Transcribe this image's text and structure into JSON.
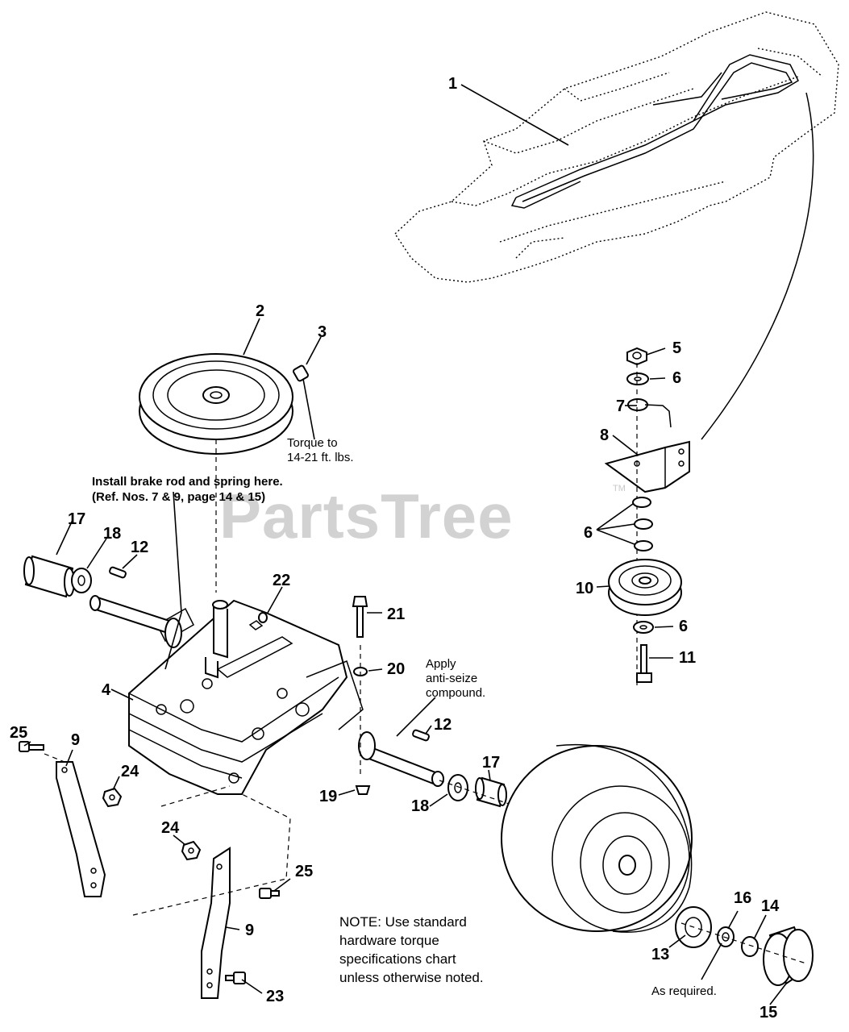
{
  "watermark": {
    "text": "PartsTree",
    "mark": "TM"
  },
  "callouts": [
    {
      "id": "c1",
      "label": "1"
    },
    {
      "id": "c2",
      "label": "2"
    },
    {
      "id": "c3",
      "label": "3"
    },
    {
      "id": "c4",
      "label": "4"
    },
    {
      "id": "c5",
      "label": "5"
    },
    {
      "id": "c6a",
      "label": "6"
    },
    {
      "id": "c6b",
      "label": "6"
    },
    {
      "id": "c6c",
      "label": "6"
    },
    {
      "id": "c7",
      "label": "7"
    },
    {
      "id": "c8",
      "label": "8"
    },
    {
      "id": "c9a",
      "label": "9"
    },
    {
      "id": "c9b",
      "label": "9"
    },
    {
      "id": "c10",
      "label": "10"
    },
    {
      "id": "c11",
      "label": "11"
    },
    {
      "id": "c12a",
      "label": "12"
    },
    {
      "id": "c12b",
      "label": "12"
    },
    {
      "id": "c13",
      "label": "13"
    },
    {
      "id": "c14",
      "label": "14"
    },
    {
      "id": "c15",
      "label": "15"
    },
    {
      "id": "c16",
      "label": "16"
    },
    {
      "id": "c17a",
      "label": "17"
    },
    {
      "id": "c17b",
      "label": "17"
    },
    {
      "id": "c18a",
      "label": "18"
    },
    {
      "id": "c18b",
      "label": "18"
    },
    {
      "id": "c19",
      "label": "19"
    },
    {
      "id": "c20",
      "label": "20"
    },
    {
      "id": "c21",
      "label": "21"
    },
    {
      "id": "c22",
      "label": "22"
    },
    {
      "id": "c23",
      "label": "23"
    },
    {
      "id": "c24a",
      "label": "24"
    },
    {
      "id": "c24b",
      "label": "24"
    },
    {
      "id": "c25a",
      "label": "25"
    },
    {
      "id": "c25b",
      "label": "25"
    }
  ],
  "notes": {
    "torque": [
      "Torque to",
      "14-21 ft. lbs."
    ],
    "brake": [
      "Install brake rod and spring here.",
      "(Ref. Nos. 7 & 9, page 14 & 15)"
    ],
    "antiseize": [
      "Apply",
      "anti-seize",
      "compound."
    ],
    "hardware": [
      "NOTE:  Use standard",
      "hardware torque",
      "specifications chart",
      "unless otherwise noted."
    ],
    "as_required": "As required."
  }
}
